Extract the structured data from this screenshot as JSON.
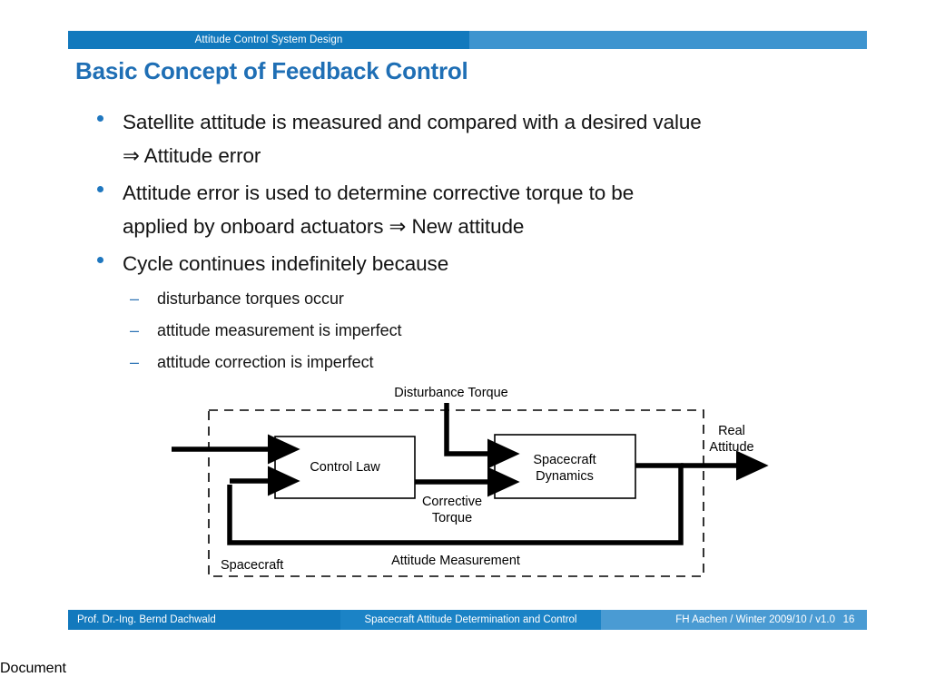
{
  "header": {
    "title": "Attitude Control System Design",
    "band_left_color": "#1279bd",
    "band_right_color": "#3e94cf"
  },
  "slide": {
    "title": "Basic Concept of Feedback Control",
    "title_color": "#1f6fb5"
  },
  "bullets": [
    {
      "line1": "Satellite attitude is measured and compared with a desired value",
      "line2": "⇒ Attitude error"
    },
    {
      "line1": "Attitude error is used to determine corrective torque to be",
      "line2": "applied by onboard actuators ⇒ New attitude"
    },
    {
      "line1": "Cycle continues indefinitely because",
      "line2": ""
    }
  ],
  "sub_bullets": [
    {
      "dash": "–",
      "text": "disturbance torques occur"
    },
    {
      "dash": "–",
      "text": "attitude measurement is imperfect"
    },
    {
      "dash": "–",
      "text": "attitude correction is imperfect"
    }
  ],
  "diagram": {
    "boundary_label": "Spacecraft",
    "blocks": [
      {
        "id": "control-law",
        "line1": "Control Law",
        "line2": ""
      },
      {
        "id": "spacecraft-dynamics",
        "line1": "Spacecraft",
        "line2": "Dynamics"
      }
    ],
    "signals": {
      "disturbance_torque": "Disturbance Torque",
      "corrective_torque_l1": "Corrective",
      "corrective_torque_l2": "Torque",
      "attitude_measurement": "Attitude Measurement",
      "real_attitude_l1": "Real",
      "real_attitude_l2": "Attitude"
    }
  },
  "footer": {
    "author": "Prof. Dr.-Ing. Bernd Dachwald",
    "course": "Spacecraft Attitude Determination and Control",
    "org": "FH Aachen / Winter 2009/10 / v1.0",
    "page": "16",
    "seg_left_color": "#1279bd",
    "seg_mid_color": "#1b83c6",
    "seg_right_color": "#4a9bd3"
  }
}
